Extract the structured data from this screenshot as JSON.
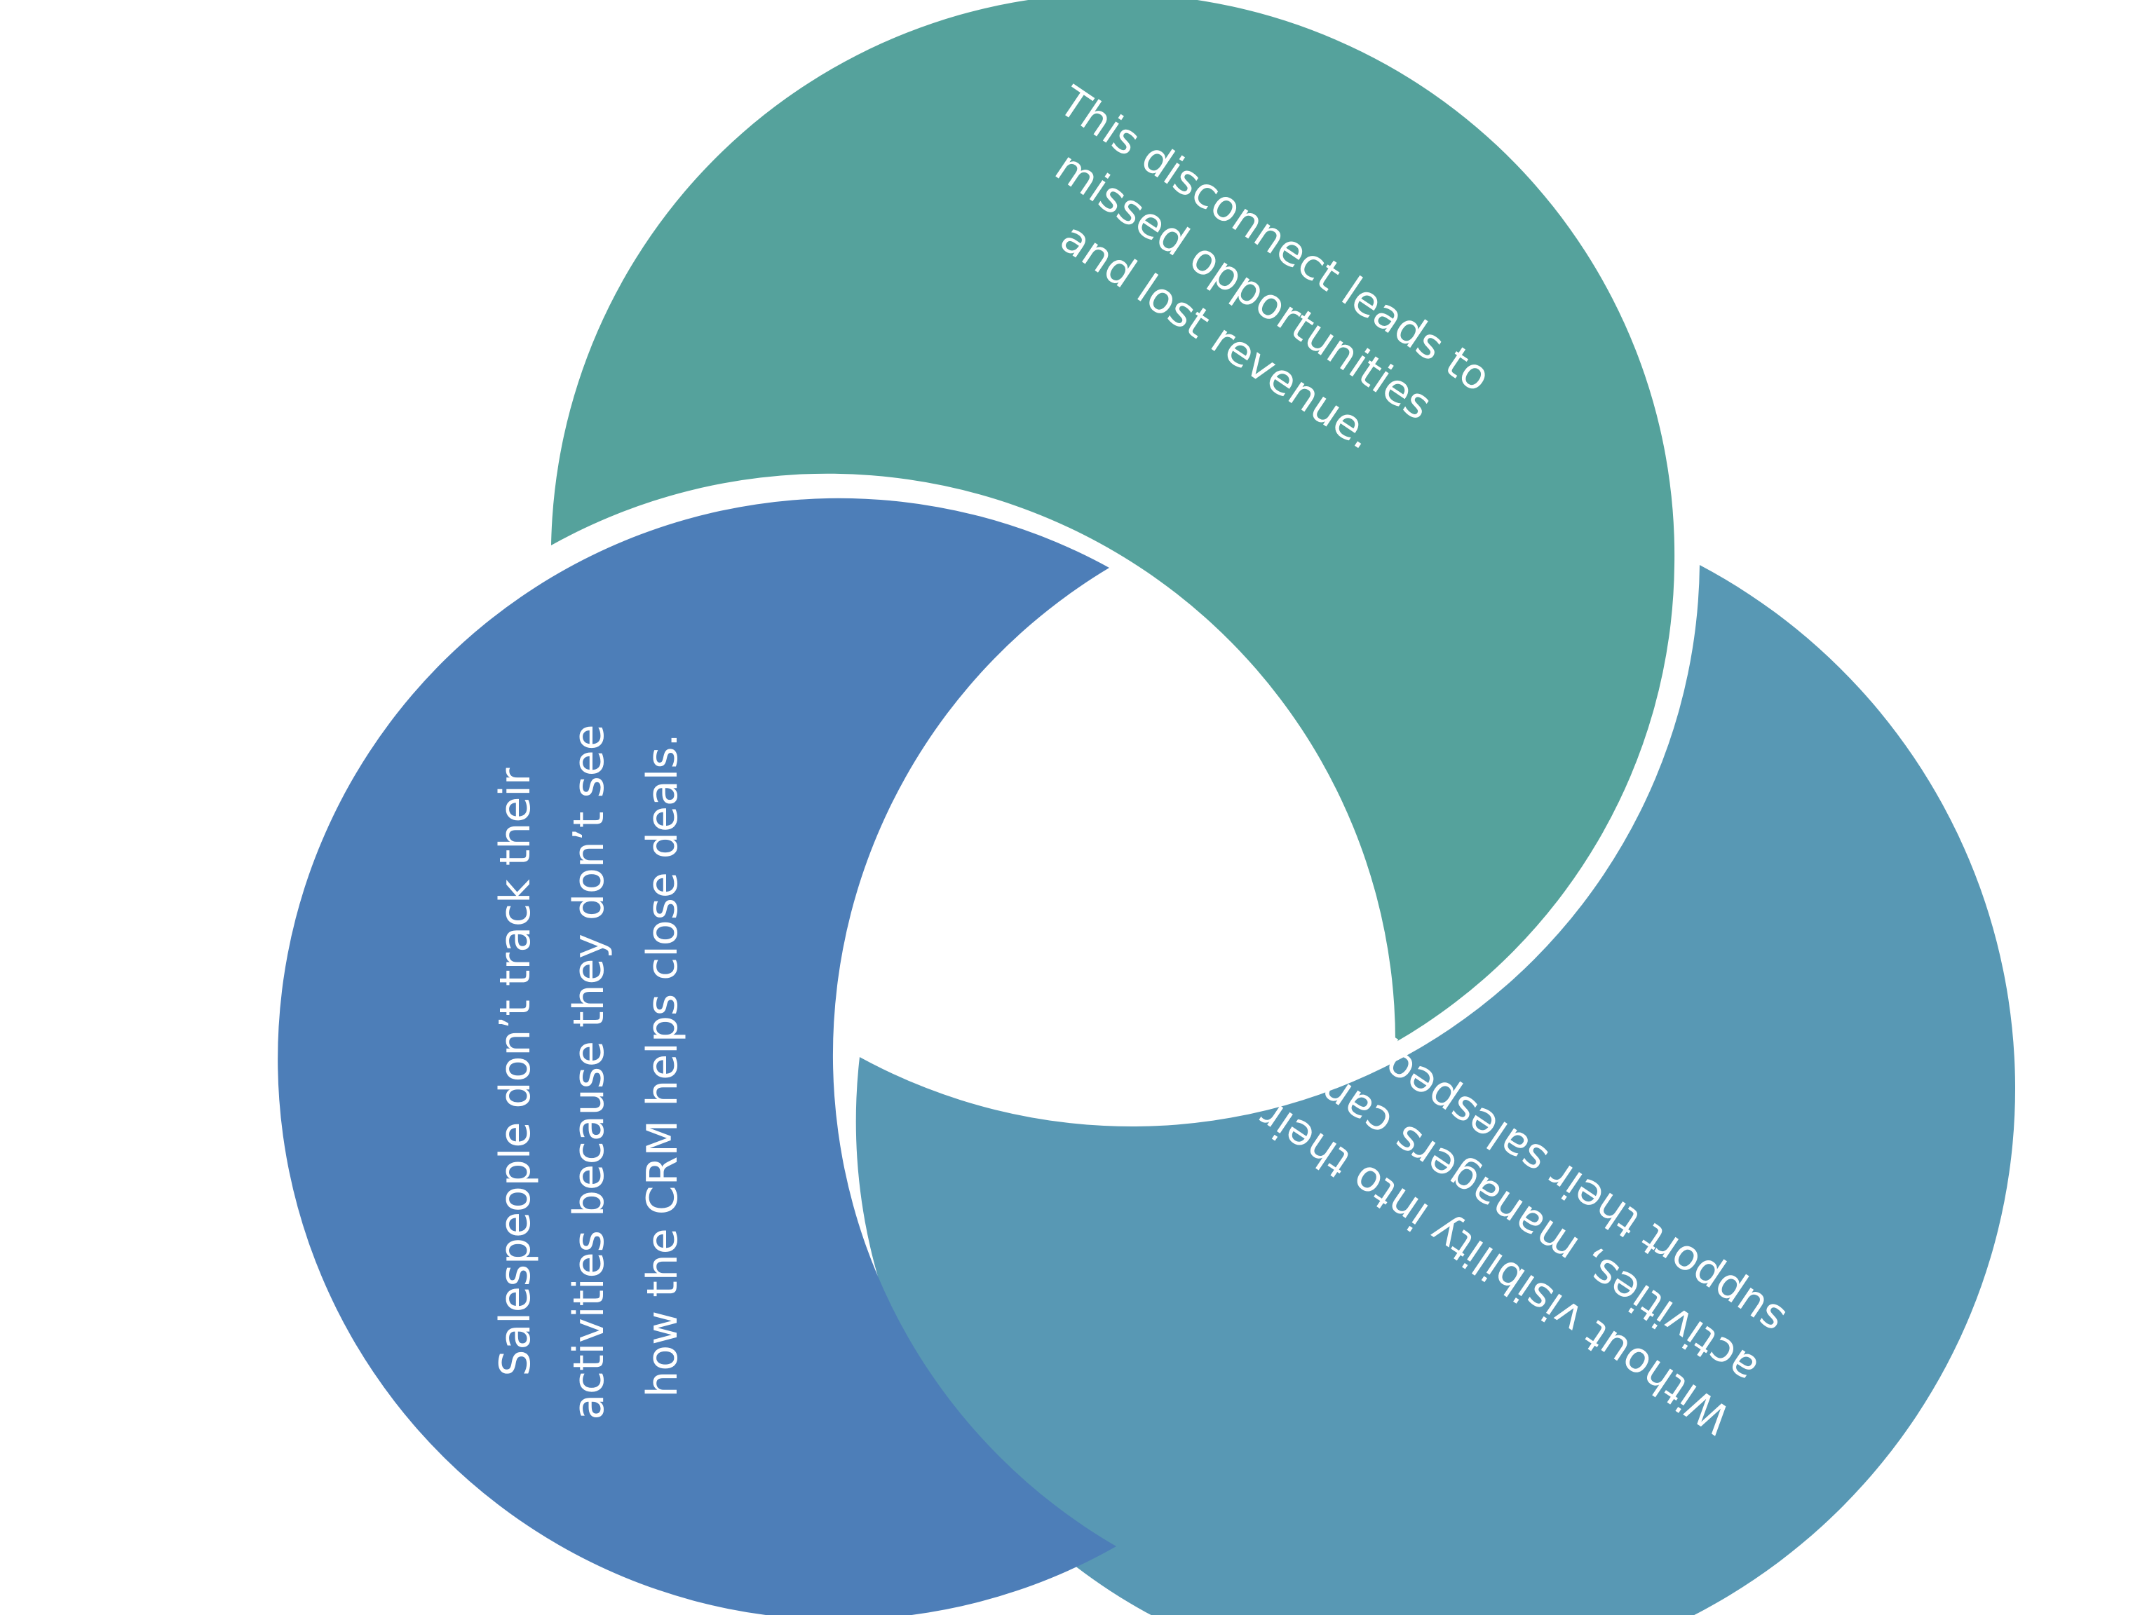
{
  "diagram": {
    "segments": [
      {
        "id": "top",
        "color": "#55a29c",
        "lines": [
          "This disconnect leads to",
          "missed opportunities",
          "and lost revenue."
        ]
      },
      {
        "id": "right",
        "color": "#5898b4",
        "lines": [
          "Without visibility into their",
          "activities, managers can’t",
          "support their salespeople."
        ]
      },
      {
        "id": "left",
        "color": "#4d7eb8",
        "lines": [
          "Salespeople don’t track their",
          "activities because they don’t see",
          "how the CRM helps close deals."
        ]
      }
    ]
  }
}
